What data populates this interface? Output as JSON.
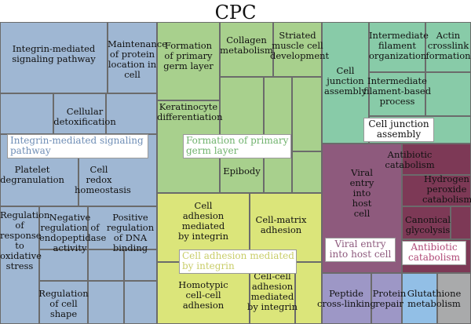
{
  "title": "CPC",
  "colors": {
    "integrin": "#9fb7d3",
    "germ_layer": "#a8d08d",
    "cell_junction": "#88cba8",
    "cell_adhesion": "#dbe57a",
    "viral_entry": "#8e5a7d",
    "antibiotic": "#7d3956",
    "peptide": "#9d97c6",
    "glutathione_blue": "#92bfe6",
    "glutathione_gray": "#a9aaab"
  },
  "terms": {
    "integrin_pathway": "Integrin-mediated\nsignaling pathway",
    "maintenance_protein": "Maintenance\nof protein\nlocation in\ncell",
    "cellular_detox": "Cellular\ndetoxification",
    "platelet": "Platelet\ndegranulation",
    "cell_redox": "Cell\nredox\nhomeostasis",
    "regulation_oxidative": "Regulation\nof\nresponse\nto\noxidative\nstress",
    "negative_endopeptidase": "Negative\nregulation of\nendopeptidase\nactivity",
    "positive_dna": "Positive\nregulation\nof DNA\nbinding",
    "regulation_shape": "Regulation\nof cell\nshape",
    "formation_germ": "Formation\nof primary\ngerm layer",
    "collagen": "Collagen\nmetabolism",
    "striated": "Striated\nmuscle cell\ndevelopment",
    "keratinocyte": "Keratinocyte\ndifferentiation",
    "epibody": "Epibody",
    "cell_junction_assembly": "Cell\njunction\nassembly",
    "intermediate_org": "Intermediate\nfilament\norganization",
    "actin": "Actin\ncrosslink\nformation",
    "intermediate_process": "Intermediate\nfilament-based\nprocess",
    "cell_adhesion_integrin": "Cell\nadhesion\nmediated\nby integrin",
    "cell_matrix": "Cell-matrix\nadhesion",
    "homotypic": "Homotypic\ncell-cell\nadhesion",
    "cell_cell_integrin": "Cell-cell\nadhesion\nmediated\nby integrin",
    "viral_entry": "Viral\nentry\ninto\nhost\ncell",
    "antibiotic_catabolism": "Antibiotic\ncatabolism",
    "hydrogen_peroxide": "Hydrogen\nperoxide\ncatabolism",
    "canonical_glycolysis": "Canonical\nglycolysis",
    "peptide_crosslinking": "Peptide\ncross-linking",
    "protein_repair": "Protein\nrepair",
    "glutathione": "Glutathione\nmetabolism"
  },
  "groups": {
    "integrin": "Integrin-mediated signaling\npathway",
    "germ_layer": "Formation of primary\ngerm layer",
    "cell_junction": "Cell junction\nassembly",
    "cell_adhesion": "Cell adhesion mediated\nby integrin",
    "viral_entry": "Viral entry\ninto host cell",
    "antibiotic": "Antibiotic\ncatabolism"
  }
}
